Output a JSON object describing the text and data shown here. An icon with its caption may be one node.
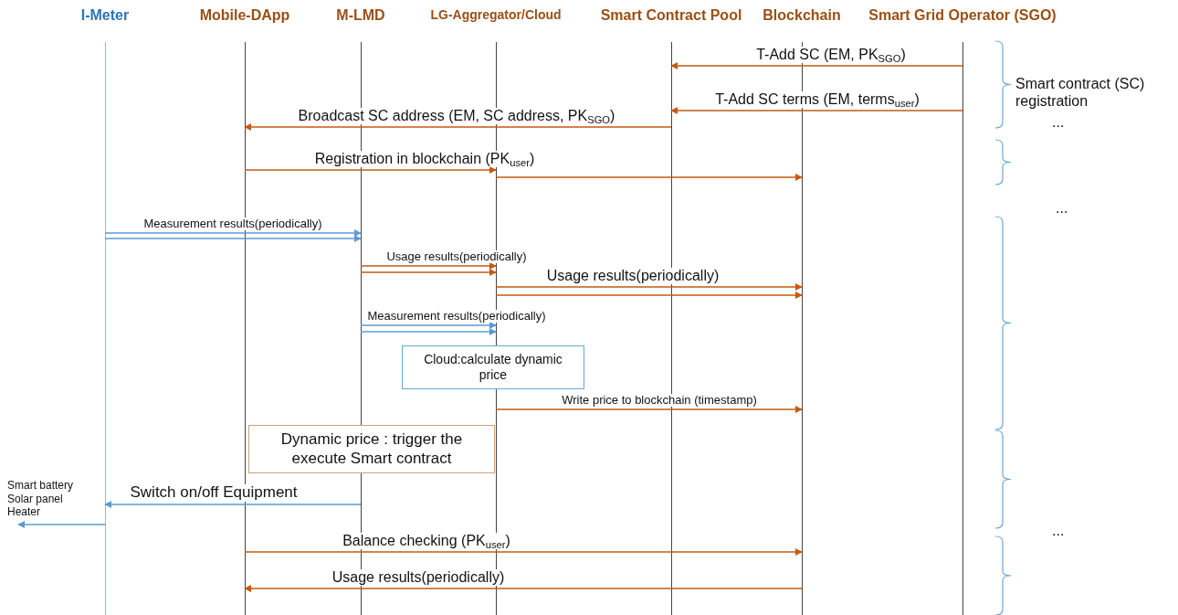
{
  "diagram": {
    "nodes": [
      {
        "text": [
          "I-Meter"
        ]
      },
      {
        "text": [
          "Mobile-DApp"
        ]
      },
      {
        "text": [
          "M-LMD"
        ]
      },
      {
        "text": [
          "LG-Aggregator/Cloud"
        ]
      },
      {
        "text": [
          "Smart Contract Pool"
        ]
      },
      {
        "text": [
          "Blockchain"
        ]
      },
      {
        "text": [
          "Smart Grid Operator (SGO)"
        ]
      },
      {
        "text": [
          "Cloud:calculate dynamic price"
        ]
      },
      {
        "text": [
          "Dynamic price : trigger the execute Smart contract"
        ]
      },
      {
        "text": [
          "Smart battery Solar panel Heater"
        ]
      }
    ],
    "edges": [
      {
        "from": 6,
        "to": 4,
        "arrow": "to",
        "label": "T-Add SC (EM, PK$_{SGO}$)"
      },
      {
        "from": 6,
        "to": 4,
        "arrow": "to",
        "label": "T-Add SC terms (EM, terms$_{user}$)"
      },
      {
        "from": 4,
        "to": 1,
        "arrow": "to",
        "label": "Broadcast SC address (EM, SC address, PK$_{SGO}$)"
      },
      {
        "from": 1,
        "to": 3,
        "arrow": "to",
        "label": "Registration in blockchain (PK$_{user}$)"
      },
      {
        "from": 3,
        "to": 5,
        "arrow": "to"
      },
      {
        "from": 0,
        "to": 2,
        "arrow": "to",
        "label": "Measurement results(periodically)",
        "color": "#5b9bd5"
      },
      {
        "from": 0,
        "to": 2,
        "arrow": "to",
        "color": "#5b9bd5"
      },
      {
        "from": 2,
        "to": 3,
        "arrow": "to",
        "label": "Usage results(periodically)"
      },
      {
        "from": 2,
        "to": 3,
        "arrow": "to"
      },
      {
        "from": 3,
        "to": 5,
        "arrow": "to",
        "label": "Usage results(periodically)"
      },
      {
        "from": 3,
        "to": 5,
        "arrow": "to"
      },
      {
        "from": 2,
        "to": 3,
        "arrow": "to",
        "label": "Measurement results(periodically)",
        "color": "#5b9bd5"
      },
      {
        "from": 2,
        "to": 3,
        "arrow": "to",
        "color": "#5b9bd5"
      },
      {
        "from": 3,
        "to": 5,
        "arrow": "to",
        "label": "Write price to blockchain (timestamp)"
      },
      {
        "from": 2,
        "to": 0,
        "arrow": "to",
        "label": "Switch on/off Equipment",
        "color": "#5b9bd5"
      },
      {
        "from": 0,
        "to": 9,
        "arrow": "to",
        "color": "#5b9bd5"
      },
      {
        "from": 1,
        "to": 5,
        "arrow": "to",
        "label": "Balance checking (PK$_{user}$)"
      },
      {
        "from": 5,
        "to": 1,
        "arrow": "to",
        "label": "Usage results(periodically)"
      }
    ],
    "labels": [
      "Smart contract (SC) registration",
      "...",
      "...",
      "..."
    ]
  }
}
